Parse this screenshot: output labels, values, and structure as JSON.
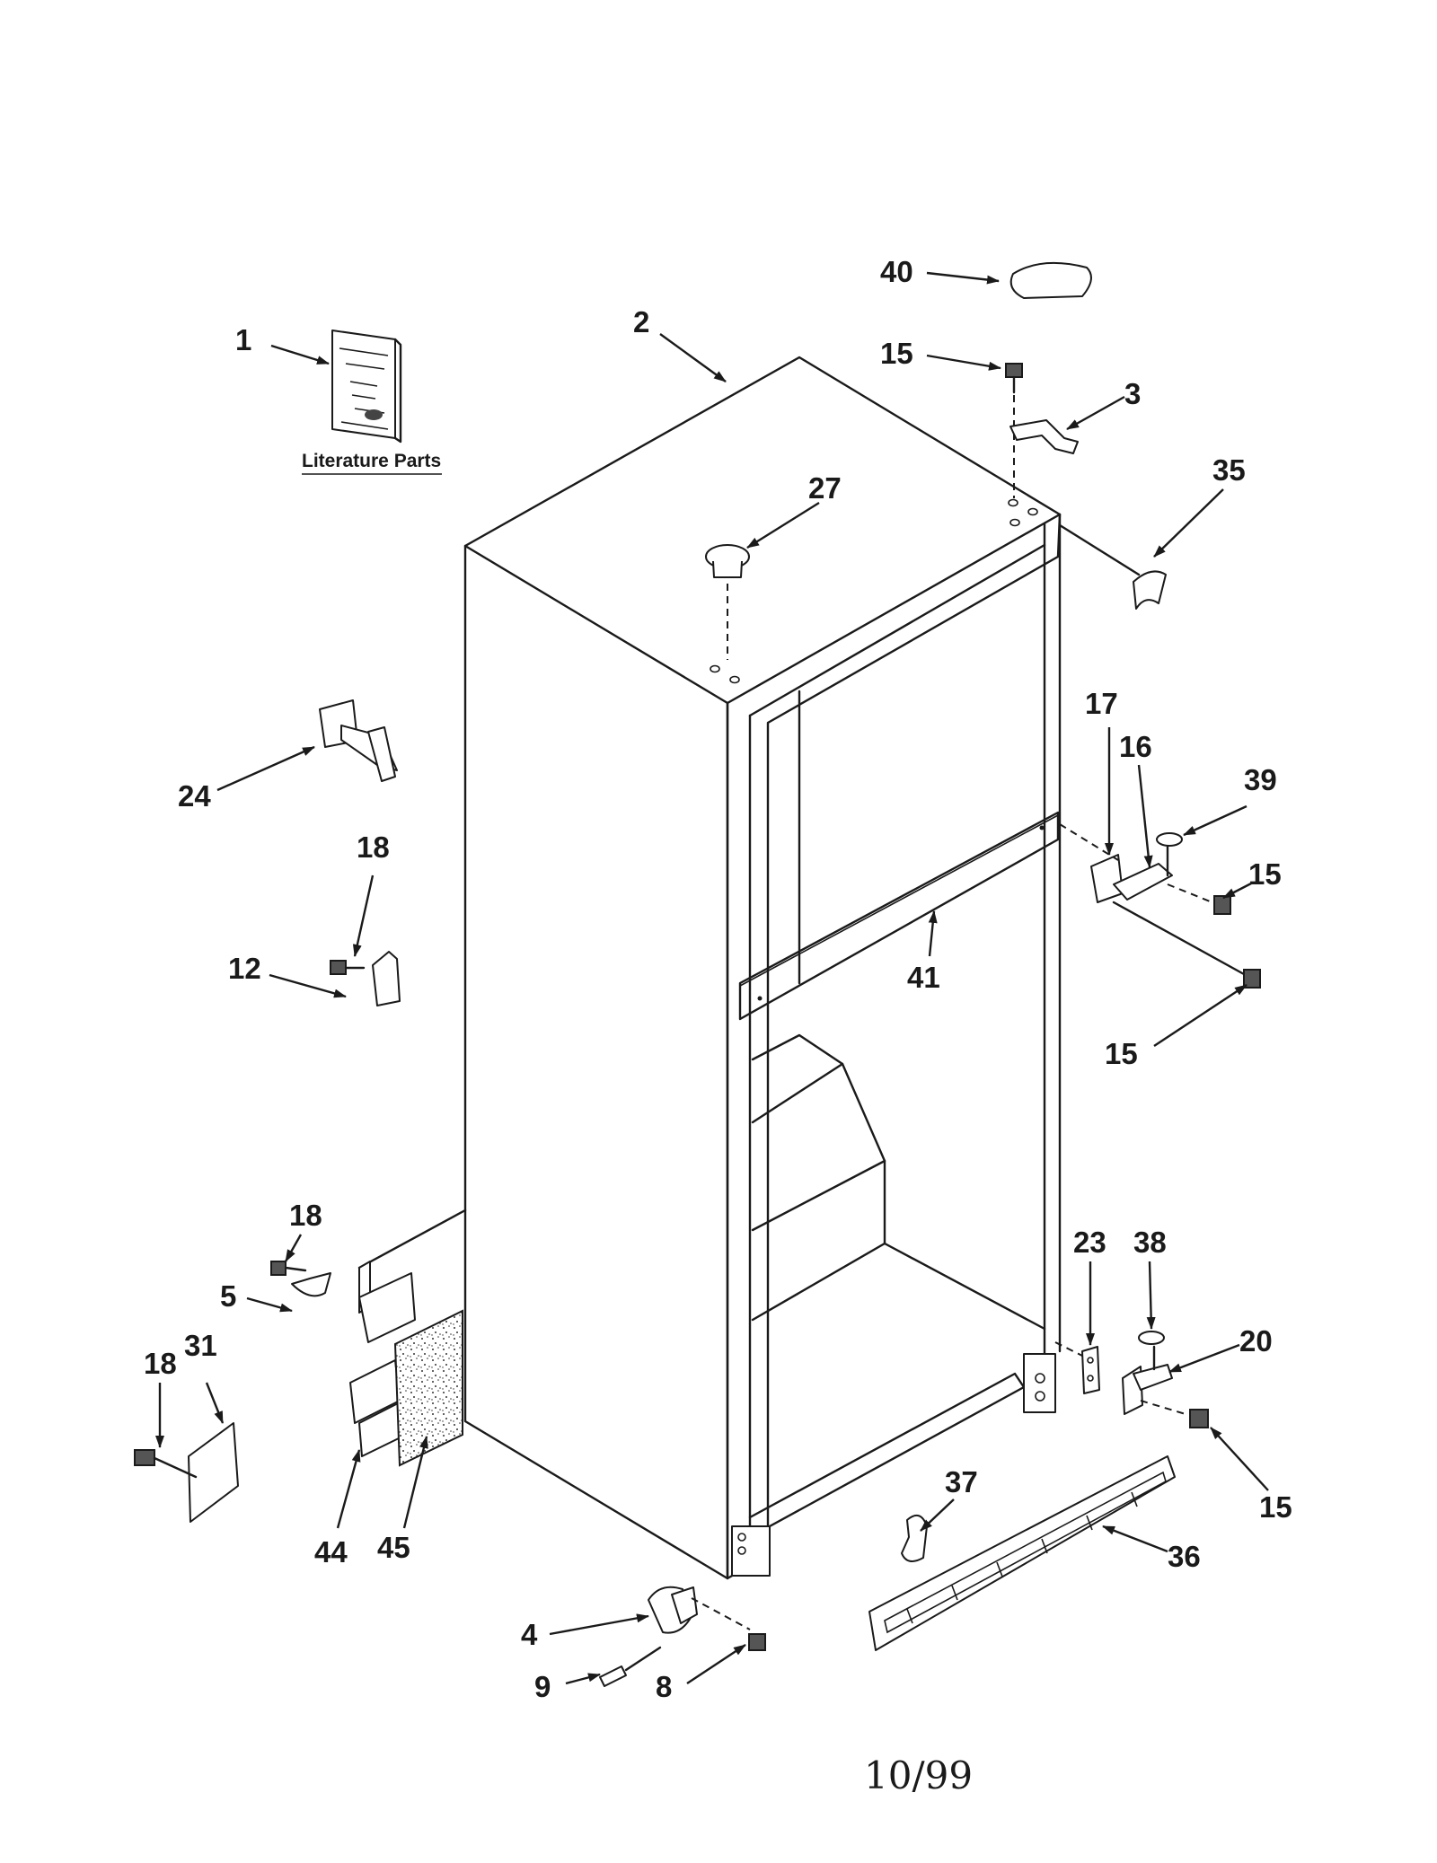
{
  "literature": {
    "caption": "Literature Parts"
  },
  "footer": {
    "date_code": "10/99"
  },
  "callouts": [
    {
      "id": "c1",
      "text": "1"
    },
    {
      "id": "c2",
      "text": "2"
    },
    {
      "id": "c40",
      "text": "40"
    },
    {
      "id": "c15a",
      "text": "15"
    },
    {
      "id": "c3",
      "text": "3"
    },
    {
      "id": "c35",
      "text": "35"
    },
    {
      "id": "c27",
      "text": "27"
    },
    {
      "id": "c24",
      "text": "24"
    },
    {
      "id": "c17",
      "text": "17"
    },
    {
      "id": "c16",
      "text": "16"
    },
    {
      "id": "c39",
      "text": "39"
    },
    {
      "id": "c15b",
      "text": "15"
    },
    {
      "id": "c18a",
      "text": "18"
    },
    {
      "id": "c12",
      "text": "12"
    },
    {
      "id": "c41",
      "text": "41"
    },
    {
      "id": "c15c",
      "text": "15"
    },
    {
      "id": "c18b",
      "text": "18"
    },
    {
      "id": "c5",
      "text": "5"
    },
    {
      "id": "c31",
      "text": "31"
    },
    {
      "id": "c18c",
      "text": "18"
    },
    {
      "id": "c23",
      "text": "23"
    },
    {
      "id": "c38",
      "text": "38"
    },
    {
      "id": "c20",
      "text": "20"
    },
    {
      "id": "c15d",
      "text": "15"
    },
    {
      "id": "c37",
      "text": "37"
    },
    {
      "id": "c36",
      "text": "36"
    },
    {
      "id": "c44",
      "text": "44"
    },
    {
      "id": "c45",
      "text": "45"
    },
    {
      "id": "c4",
      "text": "4"
    },
    {
      "id": "c9",
      "text": "9"
    },
    {
      "id": "c8",
      "text": "8"
    }
  ]
}
